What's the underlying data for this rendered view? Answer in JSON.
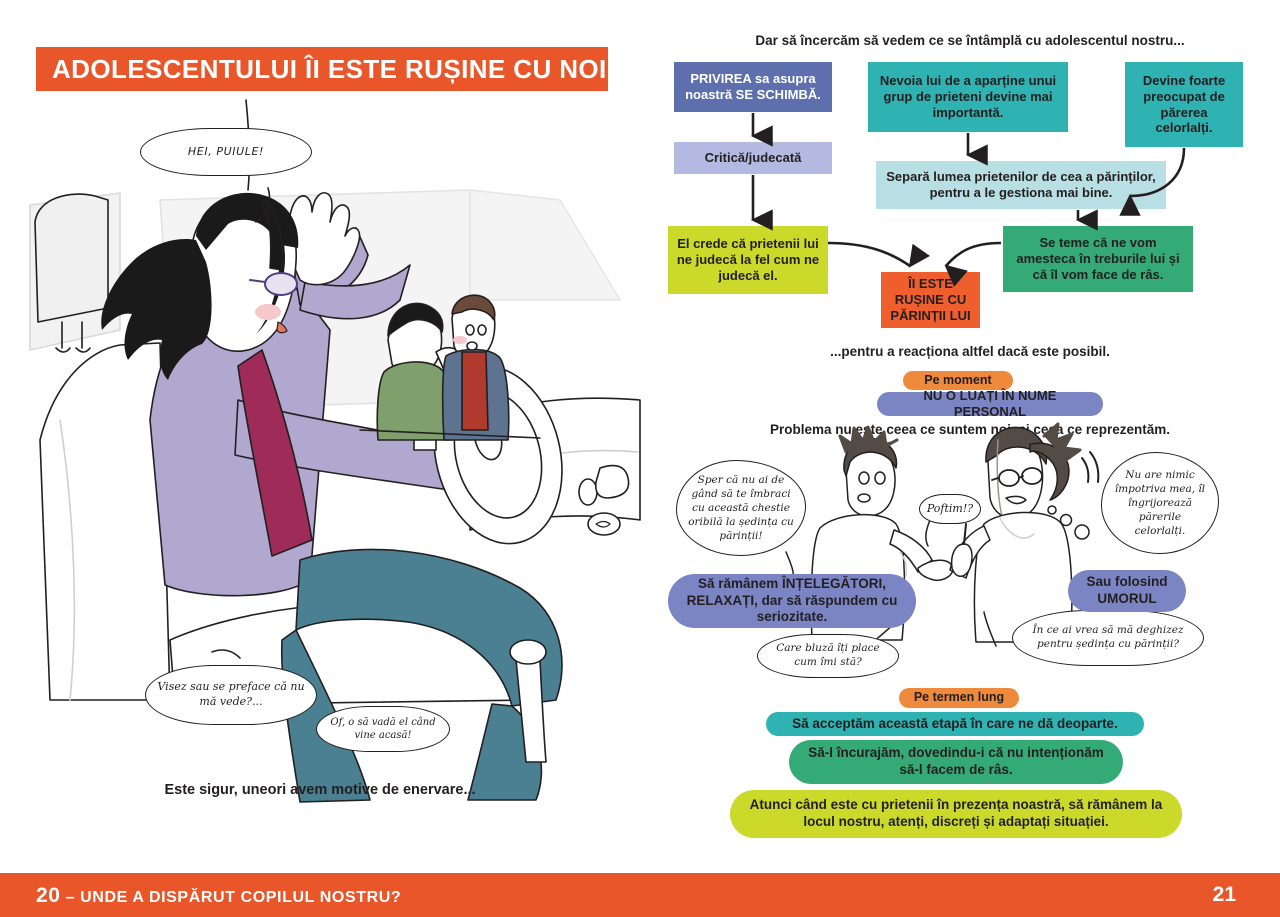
{
  "header": {
    "title": "ADOLESCENTULUI ÎI ESTE RUȘINE CU NOI"
  },
  "footer": {
    "page_left_number": "20",
    "page_left_text": "– UNDE A DISPĂRUT COPILUL NOSTRU?",
    "page_right_number": "21"
  },
  "left_page": {
    "caption": "Este sigur, uneori avem motive de enervare...",
    "bubbles": [
      {
        "name": "mother-call",
        "text": "HEI, PUIULE!"
      },
      {
        "name": "teen-thought",
        "text": "Visez sau se preface că nu mă vede?..."
      },
      {
        "name": "mother-reply",
        "text": "Of, o să vadă el când vine acasă!"
      }
    ]
  },
  "right_page": {
    "intro": "Dar să încercăm să vedem ce se întâmplă cu adolescentul nostru...",
    "flow_boxes": [
      {
        "id": "privirea",
        "text": "PRIVIREA sa asupra noastră SE SCHIMBĂ.",
        "color": "#5e6fae",
        "text_color": "#ffffff"
      },
      {
        "id": "critica",
        "text": "Critică/judecată",
        "color": "#b3b9e0",
        "text_color": "#231f20"
      },
      {
        "id": "nevoia",
        "text": "Nevoia lui de a aparține unui grup de prieteni devine mai importantă.",
        "color": "#2fb2b2",
        "text_color": "#231f20"
      },
      {
        "id": "devine",
        "text": "Devine foarte preocupat de părerea celorlalți.",
        "color": "#2fb2b2",
        "text_color": "#231f20"
      },
      {
        "id": "separa",
        "text": "Separă lumea prietenilor de cea a părinților, pentru a le gestiona mai bine.",
        "color": "#b8dfe3",
        "text_color": "#231f20"
      },
      {
        "id": "el-crede",
        "text": "El crede că prietenii lui ne judecă la fel cum ne judecă el.",
        "color": "#cbd92b",
        "text_color": "#231f20"
      },
      {
        "id": "ii-este-rusine",
        "text": "ÎI ESTE RUȘINE CU PĂRINȚII LUI",
        "color": "#ef5f2e",
        "text_color": "#231f20"
      },
      {
        "id": "se-teme",
        "text": "Se teme că ne vom amesteca în treburile lui și că îl vom face de râs.",
        "color": "#34ab77",
        "text_color": "#231f20"
      }
    ],
    "reaction_line": "...pentru a reacționa altfel dacă este posibil.",
    "moment_badge": "Pe moment",
    "moment_main": "NU O LUAȚI ÎN NUME PERSONAL",
    "problem_line": "Problema nu este ceea ce suntem noi, ci ceea ce reprezentăm.",
    "comic_bubbles": [
      {
        "name": "parent-speech",
        "text": "Sper că nu ai de gând să te îmbraci cu această chestie oribilă la ședința cu părinții!"
      },
      {
        "name": "teen-boy-speech",
        "text": "Poftim!?"
      },
      {
        "name": "teen-thought",
        "text": "Nu are nimic împotriva mea, îl îngrijorează părerile celorlalți."
      },
      {
        "name": "blouse-question",
        "text": "Care bluză îți place cum îmi stă?"
      },
      {
        "name": "disguise-question",
        "text": "În ce ai vrea să mă deghizez pentru ședința cu părinții?"
      }
    ],
    "advice_pills": [
      {
        "id": "intelegatori",
        "text": "Să rămânem ÎNȚELEGĂTORI, RELAXAȚI, dar să răspundem cu seriozitate.",
        "color": "#7b85c4"
      },
      {
        "id": "umorul",
        "text": "Sau folosind UMORUL",
        "color": "#7b85c4"
      }
    ],
    "long_term_badge": "Pe termen lung",
    "long_term_pills": [
      {
        "id": "acceptam",
        "text": "Să acceptăm această etapă în care ne dă deoparte.",
        "color": "#2fb2b2"
      },
      {
        "id": "incurajam",
        "text": "Să-l încurajăm, dovedindu-i că nu intenționăm să-l facem de râs.",
        "color": "#34ab77"
      },
      {
        "id": "prieteni",
        "text": "Atunci când este cu prietenii în prezența noastră, să rămânem la locul nostru, atenți, discreți și adaptați situației.",
        "color": "#cbd92b"
      }
    ]
  },
  "colors": {
    "brand_orange": "#e8562a",
    "accent_orange": "#ef8a3c",
    "ink": "#231f20"
  }
}
